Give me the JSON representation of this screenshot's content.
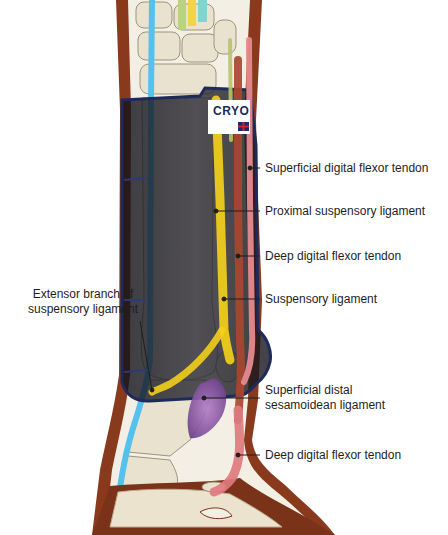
{
  "diagram": {
    "labels": [
      "CRYO",
      "Superficial digital flexor tendon",
      "Proximal suspensory ligament",
      "Deep digital flexor tendon",
      "Suspensory ligament",
      "Extensor branch of suspensory ligament",
      "Superficial distal sesamoidean ligament",
      "Deep digital flexor tendon"
    ]
  }
}
